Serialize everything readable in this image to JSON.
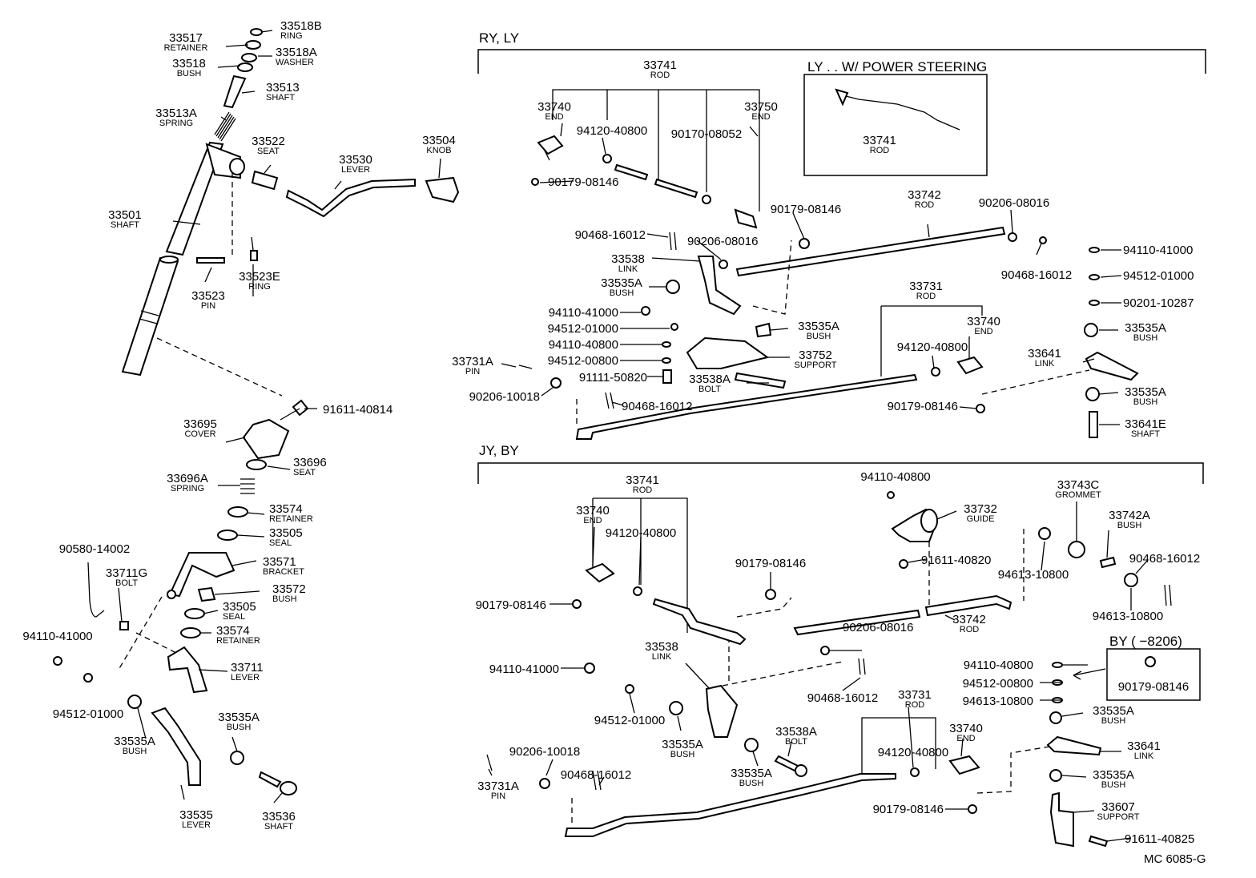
{
  "sections": {
    "ry_ly": "RY, LY",
    "ly_power": "LY . . W/ POWER STEERING",
    "jy_by": "JY, BY",
    "by_note": "BY (      −8206)"
  },
  "footer_code": "MC  6085-G",
  "labels": [
    {
      "id": "c1",
      "num": "33517",
      "name": "RETAINER"
    },
    {
      "id": "c2",
      "num": "33518B",
      "name": "RING"
    },
    {
      "id": "c3",
      "num": "33518A",
      "name": "WASHER"
    },
    {
      "id": "c4",
      "num": "33518",
      "name": "BUSH"
    },
    {
      "id": "c5",
      "num": "33513",
      "name": "SHAFT"
    },
    {
      "id": "c6",
      "num": "33513A",
      "name": "SPRING"
    },
    {
      "id": "c7",
      "num": "33522",
      "name": "SEAT"
    },
    {
      "id": "c8",
      "num": "33530",
      "name": "LEVER"
    },
    {
      "id": "c9",
      "num": "33504",
      "name": "KNOB"
    },
    {
      "id": "c10",
      "num": "33501",
      "name": "SHAFT"
    },
    {
      "id": "c11",
      "num": "33523",
      "name": "PIN"
    },
    {
      "id": "c12",
      "num": "33523E",
      "name": "RING"
    },
    {
      "id": "c13",
      "num": "91611-40814",
      "name": ""
    },
    {
      "id": "c14",
      "num": "33695",
      "name": "COVER"
    },
    {
      "id": "c15",
      "num": "33696",
      "name": "SEAT"
    },
    {
      "id": "c16",
      "num": "33696A",
      "name": "SPRING"
    },
    {
      "id": "c17",
      "num": "33574",
      "name": "RETAINER"
    },
    {
      "id": "c18",
      "num": "33505",
      "name": "SEAL"
    },
    {
      "id": "c19",
      "num": "90580-14002",
      "name": ""
    },
    {
      "id": "c20",
      "num": "33711G",
      "name": "BOLT"
    },
    {
      "id": "c21",
      "num": "33571",
      "name": "BRACKET"
    },
    {
      "id": "c22",
      "num": "33572",
      "name": "BUSH"
    },
    {
      "id": "c23",
      "num": "33505",
      "name": "SEAL"
    },
    {
      "id": "c24",
      "num": "33574",
      "name": "RETAINER"
    },
    {
      "id": "c25",
      "num": "94110-41000",
      "name": ""
    },
    {
      "id": "c26",
      "num": "33711",
      "name": "LEVER"
    },
    {
      "id": "c27",
      "num": "94512-01000",
      "name": ""
    },
    {
      "id": "c28",
      "num": "33535A",
      "name": "BUSH"
    },
    {
      "id": "c29",
      "num": "33535A",
      "name": "BUSH"
    },
    {
      "id": "c30",
      "num": "33535",
      "name": "LEVER"
    },
    {
      "id": "c31",
      "num": "33536",
      "name": "SHAFT"
    },
    {
      "id": "r1",
      "num": "33741",
      "name": "ROD"
    },
    {
      "id": "r2",
      "num": "33740",
      "name": "END"
    },
    {
      "id": "r3",
      "num": "94120-40800",
      "name": ""
    },
    {
      "id": "r4",
      "num": "90170-08052",
      "name": ""
    },
    {
      "id": "r5",
      "num": "33750",
      "name": "END"
    },
    {
      "id": "r6",
      "num": "90179-08146",
      "name": ""
    },
    {
      "id": "r7",
      "num": "33741",
      "name": "ROD"
    },
    {
      "id": "r8",
      "num": "33742",
      "name": "ROD"
    },
    {
      "id": "r9",
      "num": "90206-08016",
      "name": ""
    },
    {
      "id": "r10",
      "num": "90179-08146",
      "name": ""
    },
    {
      "id": "r11",
      "num": "90468-16012",
      "name": ""
    },
    {
      "id": "r12",
      "num": "90206-08016",
      "name": ""
    },
    {
      "id": "r13",
      "num": "33538",
      "name": "LINK"
    },
    {
      "id": "r14",
      "num": "33535A",
      "name": "BUSH"
    },
    {
      "id": "r15",
      "num": "94110-41000",
      "name": ""
    },
    {
      "id": "r16",
      "num": "94512-01000",
      "name": ""
    },
    {
      "id": "r17",
      "num": "94110-40800",
      "name": ""
    },
    {
      "id": "r18",
      "num": "94512-00800",
      "name": ""
    },
    {
      "id": "r19",
      "num": "91111-50820",
      "name": ""
    },
    {
      "id": "r20",
      "num": "33731A",
      "name": "PIN"
    },
    {
      "id": "r21",
      "num": "90206-10018",
      "name": ""
    },
    {
      "id": "r22",
      "num": "90468-16012",
      "name": ""
    },
    {
      "id": "r23",
      "num": "33535A",
      "name": "BUSH"
    },
    {
      "id": "r24",
      "num": "33752",
      "name": "SUPPORT"
    },
    {
      "id": "r25",
      "num": "33538A",
      "name": "BOLT"
    },
    {
      "id": "r26",
      "num": "33731",
      "name": "ROD"
    },
    {
      "id": "r27",
      "num": "94120-40800",
      "name": ""
    },
    {
      "id": "r28",
      "num": "33740",
      "name": "END"
    },
    {
      "id": "r29",
      "num": "90179-08146",
      "name": ""
    },
    {
      "id": "r30",
      "num": "90468-16012",
      "name": ""
    },
    {
      "id": "r31",
      "num": "94110-41000",
      "name": ""
    },
    {
      "id": "r32",
      "num": "94512-01000",
      "name": ""
    },
    {
      "id": "r33",
      "num": "90201-10287",
      "name": ""
    },
    {
      "id": "r34",
      "num": "33535A",
      "name": "BUSH"
    },
    {
      "id": "r35",
      "num": "33641",
      "name": "LINK"
    },
    {
      "id": "r36",
      "num": "33535A",
      "name": "BUSH"
    },
    {
      "id": "r37",
      "num": "33641E",
      "name": "SHAFT"
    },
    {
      "id": "j1",
      "num": "33741",
      "name": "ROD"
    },
    {
      "id": "j2",
      "num": "33740",
      "name": "END"
    },
    {
      "id": "j3",
      "num": "94120-40800",
      "name": ""
    },
    {
      "id": "j4",
      "num": "90179-08146",
      "name": ""
    },
    {
      "id": "j5",
      "num": "94110-40800",
      "name": ""
    },
    {
      "id": "j6",
      "num": "33732",
      "name": "GUIDE"
    },
    {
      "id": "j7",
      "num": "33743C",
      "name": "GROMMET"
    },
    {
      "id": "j8",
      "num": "33742A",
      "name": "BUSH"
    },
    {
      "id": "j9",
      "num": "90179-08146",
      "name": ""
    },
    {
      "id": "j10",
      "num": "91611-40820",
      "name": ""
    },
    {
      "id": "j11",
      "num": "94613-10800",
      "name": ""
    },
    {
      "id": "j12",
      "num": "90468-16012",
      "name": ""
    },
    {
      "id": "j13",
      "num": "94613-10800",
      "name": ""
    },
    {
      "id": "j14",
      "num": "33742",
      "name": "ROD"
    },
    {
      "id": "j15",
      "num": "90206-08016",
      "name": ""
    },
    {
      "id": "j16",
      "num": "33538",
      "name": "LINK"
    },
    {
      "id": "j17",
      "num": "94110-41000",
      "name": ""
    },
    {
      "id": "j18",
      "num": "90468-16012",
      "name": ""
    },
    {
      "id": "j19",
      "num": "94110-40800",
      "name": ""
    },
    {
      "id": "j20",
      "num": "94512-00800",
      "name": ""
    },
    {
      "id": "j21",
      "num": "94613-10800",
      "name": ""
    },
    {
      "id": "j22",
      "num": "90179-08146",
      "name": ""
    },
    {
      "id": "j23",
      "num": "94512-01000",
      "name": ""
    },
    {
      "id": "j24",
      "num": "33535A",
      "name": "BUSH"
    },
    {
      "id": "j25",
      "num": "33535A",
      "name": "BUSH"
    },
    {
      "id": "j26",
      "num": "33538A",
      "name": "BOLT"
    },
    {
      "id": "j27",
      "num": "33731",
      "name": "ROD"
    },
    {
      "id": "j28",
      "num": "94120-40800",
      "name": ""
    },
    {
      "id": "j29",
      "num": "33740",
      "name": "END"
    },
    {
      "id": "j30",
      "num": "33535A",
      "name": "BUSH"
    },
    {
      "id": "j31",
      "num": "33641",
      "name": "LINK"
    },
    {
      "id": "j32",
      "num": "90206-10018",
      "name": ""
    },
    {
      "id": "j33",
      "num": "90468-16012",
      "name": ""
    },
    {
      "id": "j34",
      "num": "33731A",
      "name": "PIN"
    },
    {
      "id": "j35",
      "num": "90179-08146",
      "name": ""
    },
    {
      "id": "j36",
      "num": "33535A",
      "name": "BUSH"
    },
    {
      "id": "j37",
      "num": "33607",
      "name": "SUPPORT"
    },
    {
      "id": "j38",
      "num": "91611-40825",
      "name": ""
    }
  ]
}
